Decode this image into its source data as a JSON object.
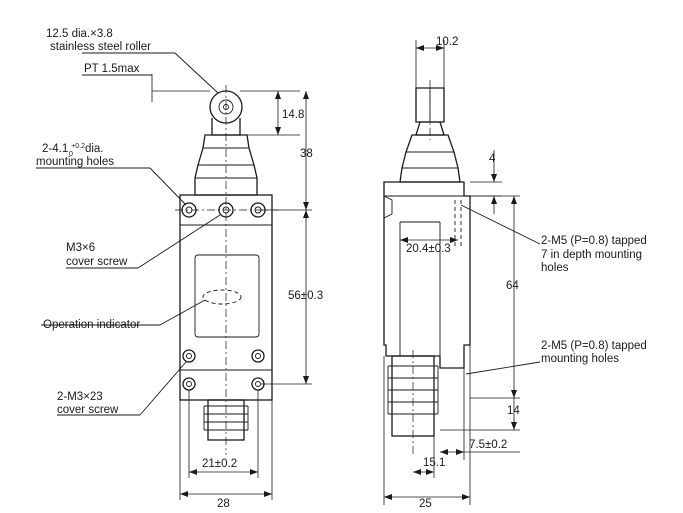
{
  "callouts": {
    "roller_size": "12.5 dia.×3.8",
    "roller_material": "stainless steel roller",
    "pretravel": "PT 1.5max",
    "mount_holes_pre": "2-4.1",
    "mount_holes_tol_up": "+0.2",
    "mount_holes_tol_low": "0",
    "mount_holes_post": "dia.",
    "mount_holes_line2": "mounting holes",
    "cover_screw_size": "M3×6",
    "cover_screw_label": "cover screw",
    "operation_indicator": "Operation indicator",
    "cover_screws_2_size": "2-M3×23",
    "cover_screws_2_label": "cover screw",
    "tapped_upper_line1": "2-M5 (P=0.8) tapped",
    "tapped_upper_line2": "7 in depth mounting",
    "tapped_upper_line3": "holes",
    "tapped_lower_line1": "2-M5 (P=0.8) tapped",
    "tapped_lower_line2": "mounting holes"
  },
  "dimensions": {
    "front_width": "28",
    "mount_spacing_bottom": "21±0.2",
    "roller_offset": "14.8",
    "head_height": "38",
    "mount_spacing_vertical": "56±0.3",
    "side_top_width": "10.2",
    "side_tap_spacing": "20.4±0.3",
    "side_top_offset": "4",
    "side_total_height": "64",
    "side_bottom_offset": "14",
    "side_lower_offset": "7.5±0.2",
    "side_plunger_offset": "15.1",
    "side_width": "25"
  }
}
